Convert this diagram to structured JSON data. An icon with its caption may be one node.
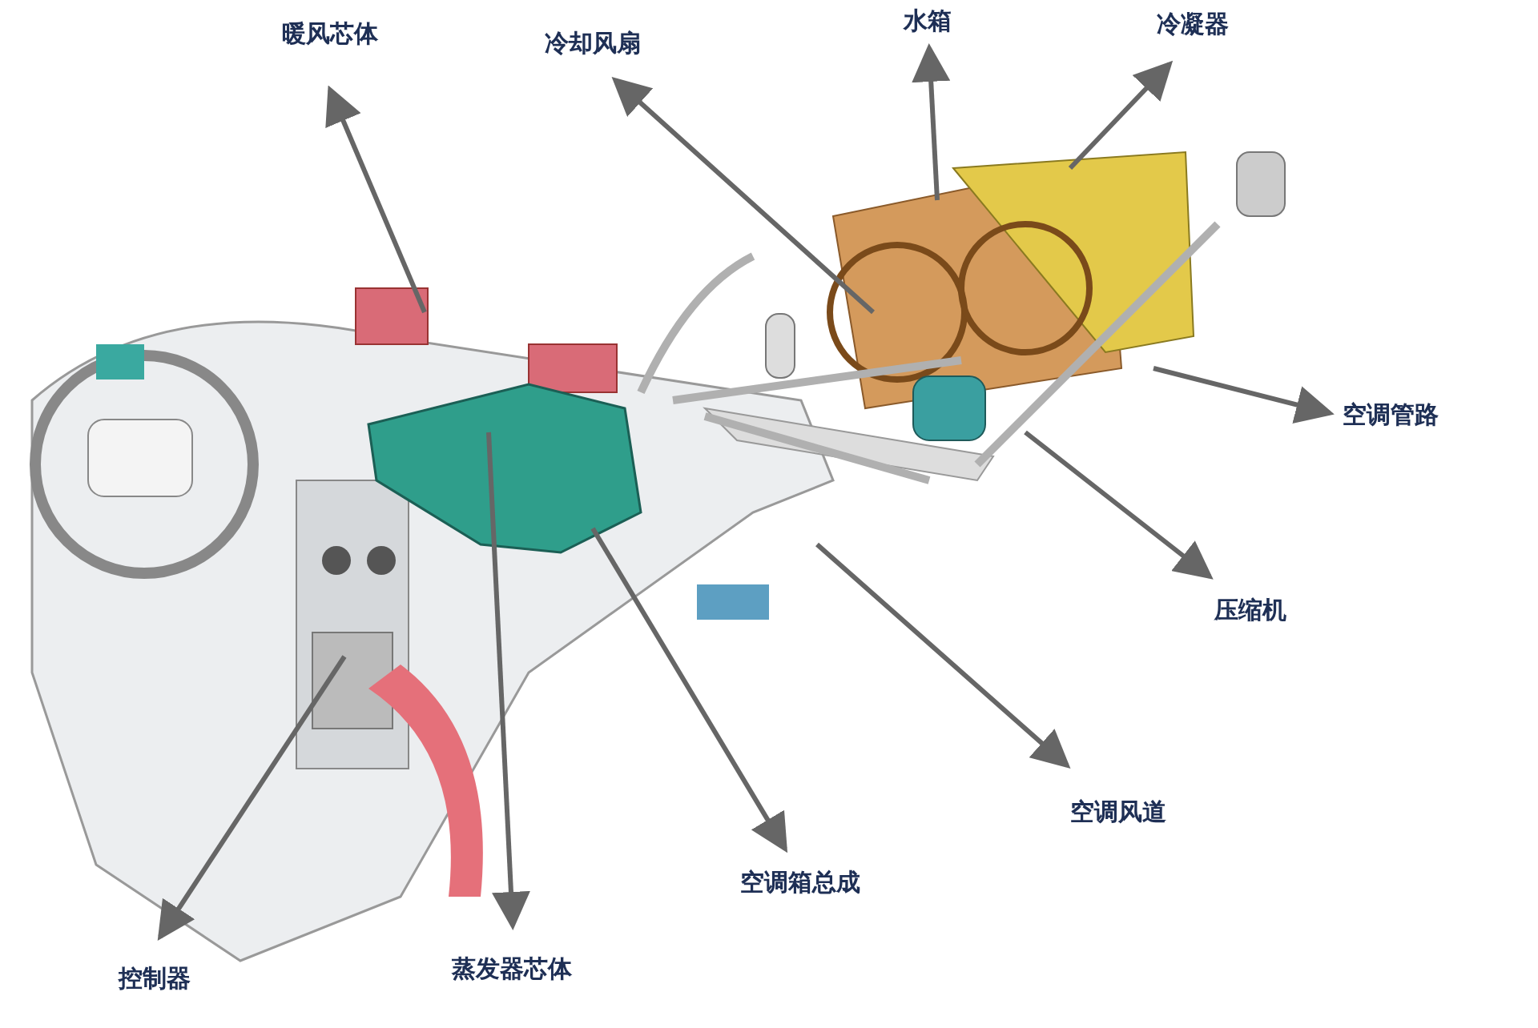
{
  "diagram": {
    "nodes": [
      {
        "text": [
          "暖风芯体"
        ]
      },
      {
        "text": [
          "冷却风扇"
        ]
      },
      {
        "text": [
          "水箱"
        ]
      },
      {
        "text": [
          "冷凝器"
        ]
      },
      {
        "text": [
          "空调管路"
        ]
      },
      {
        "text": [
          "压缩机"
        ]
      },
      {
        "text": [
          "空调风道"
        ]
      },
      {
        "text": [
          "空调箱总成"
        ]
      },
      {
        "text": [
          "蒸发器芯体"
        ]
      },
      {
        "text": [
          "控制器"
        ]
      }
    ],
    "edges": [
      {
        "from": null,
        "to": 0,
        "arrow": "to"
      },
      {
        "from": null,
        "to": 1,
        "arrow": "to"
      },
      {
        "from": null,
        "to": 2,
        "arrow": "to"
      },
      {
        "from": null,
        "to": 3,
        "arrow": "to"
      },
      {
        "from": null,
        "to": 4,
        "arrow": "to"
      },
      {
        "from": null,
        "to": 5,
        "arrow": "to"
      },
      {
        "from": null,
        "to": 6,
        "arrow": "to"
      },
      {
        "from": null,
        "to": 7,
        "arrow": "to"
      },
      {
        "from": null,
        "to": 8,
        "arrow": "to"
      },
      {
        "from": null,
        "to": 9,
        "arrow": "to"
      }
    ]
  }
}
